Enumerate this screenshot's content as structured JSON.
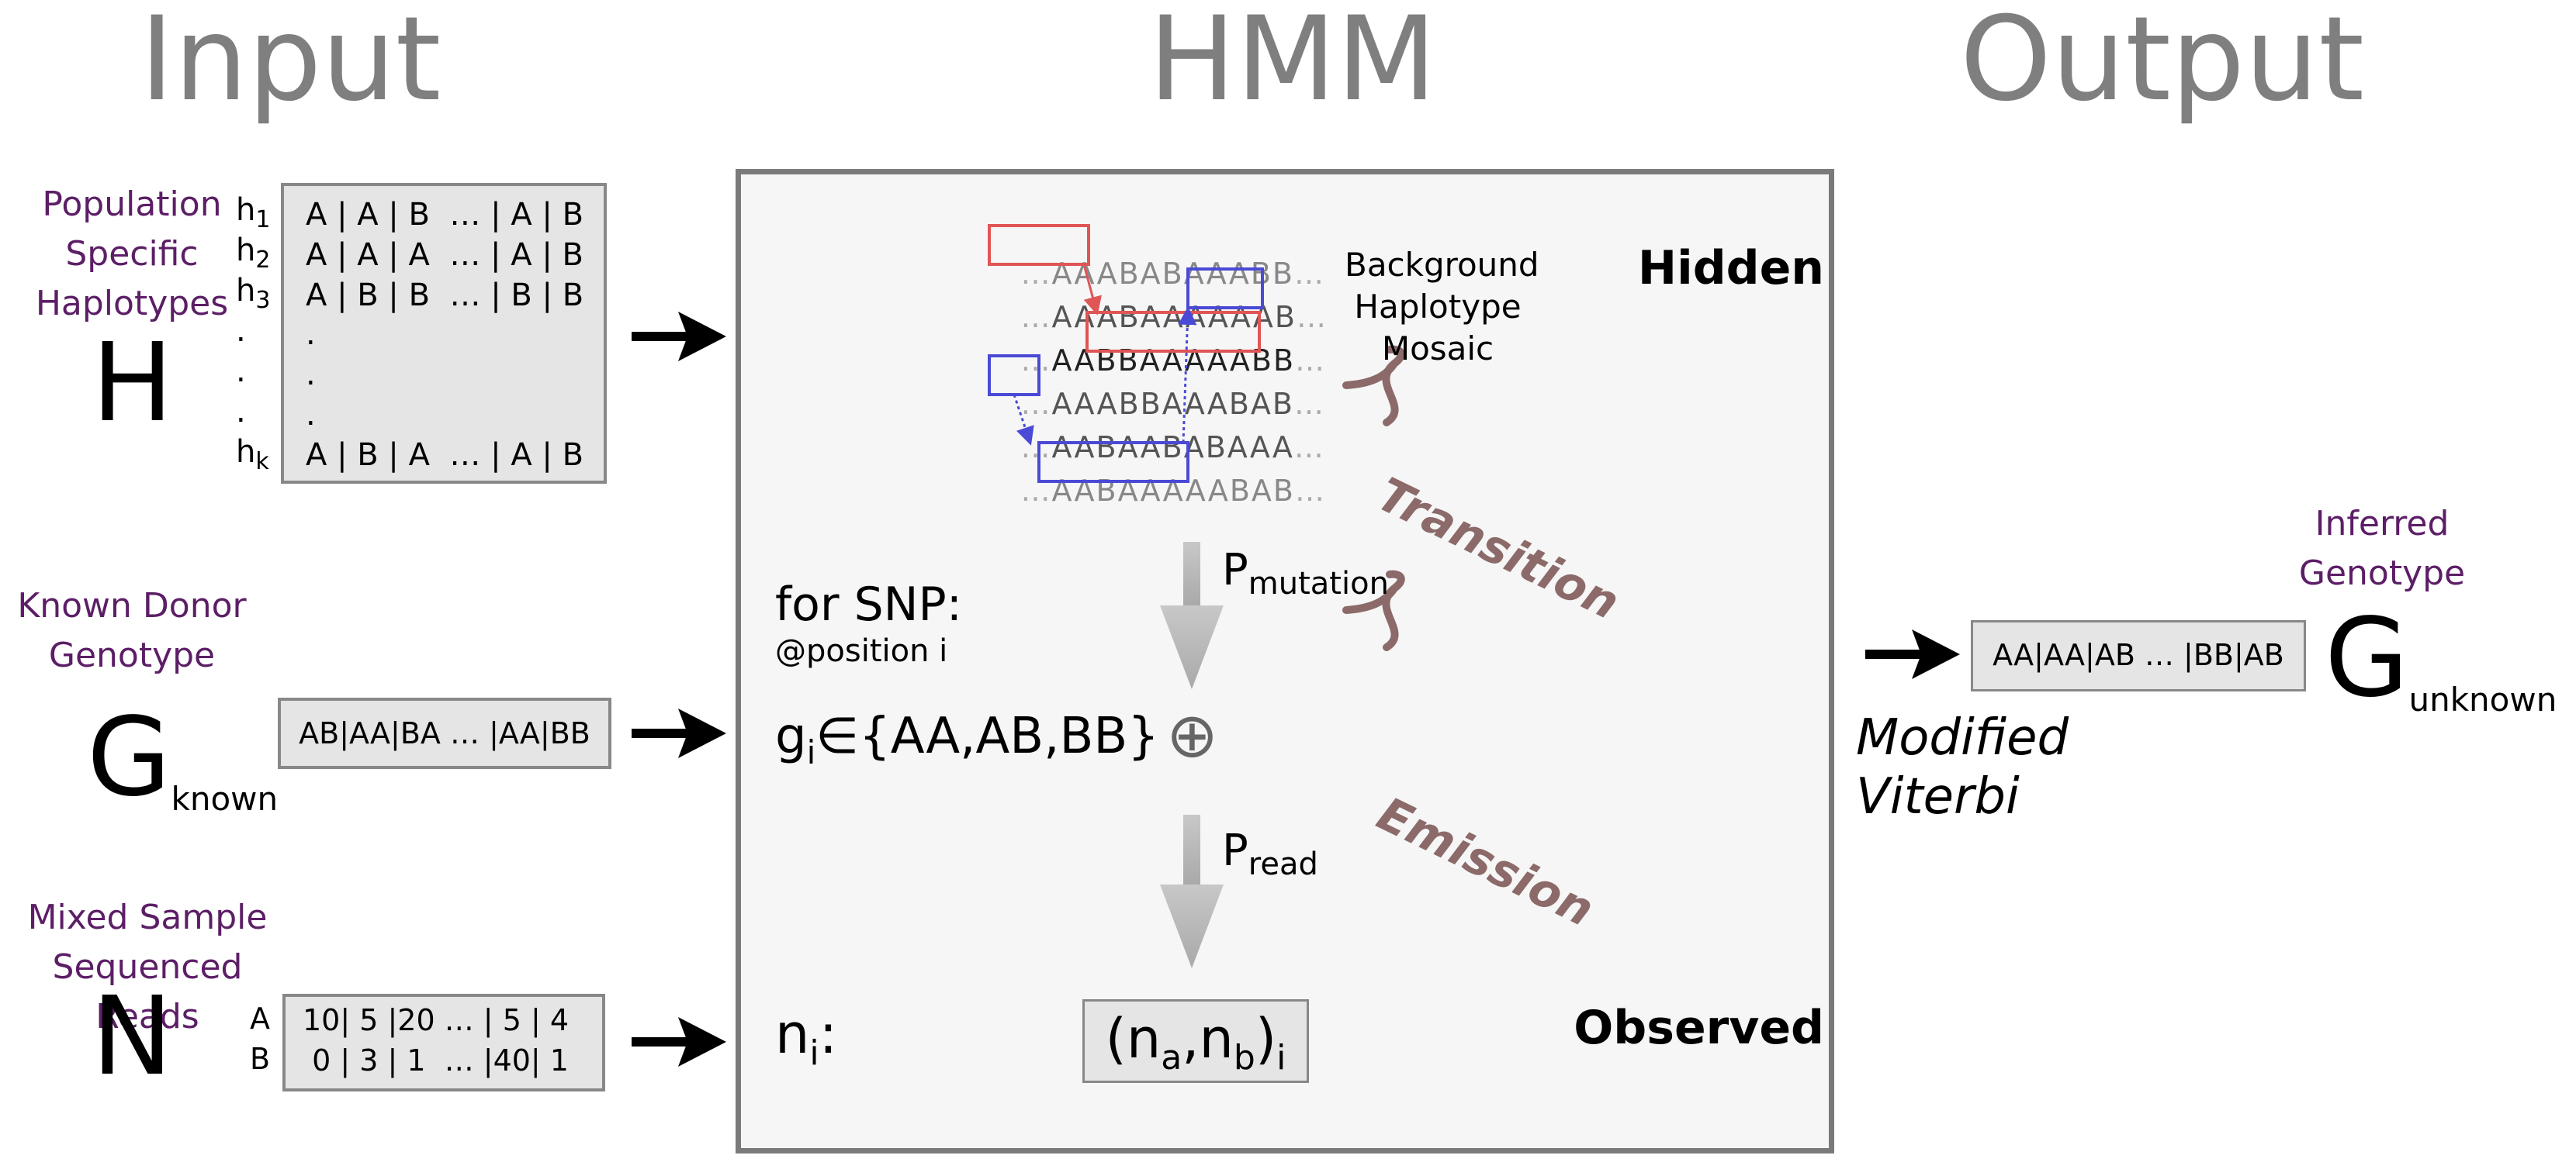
{
  "headers": {
    "input": "Input",
    "hmm": "HMM",
    "output": "Output"
  },
  "input": {
    "population": {
      "label_lines": [
        "Population",
        "Specific",
        "Haplotypes"
      ],
      "letter": "H",
      "row_labels": [
        {
          "base": "h",
          "sub": "1"
        },
        {
          "base": "h",
          "sub": "2"
        },
        {
          "base": "h",
          "sub": "3"
        },
        {
          "base": ".",
          "sub": ""
        },
        {
          "base": ".",
          "sub": ""
        },
        {
          "base": ".",
          "sub": ""
        },
        {
          "base": "h",
          "sub": "k"
        }
      ],
      "rows": [
        "A | A | B  … | A | B",
        "A | A | A  … | A | B",
        "A | B | B  … | B | B",
        ".",
        ".",
        ".",
        "A | B | A  … | A | B"
      ]
    },
    "donor": {
      "label_lines": [
        "Known Donor",
        "Genotype"
      ],
      "letter": "G",
      "subscript": "known",
      "value": "AB|AA|BA … |AA|BB"
    },
    "reads": {
      "label_lines": [
        "Mixed Sample",
        "Sequenced Reads"
      ],
      "letter": "N",
      "row_labels": [
        "A",
        "B"
      ],
      "rows": [
        "10| 5 |20 … | 5 | 4",
        " 0 | 3 | 1  … |40| 1"
      ]
    }
  },
  "hmm": {
    "hidden_label": "Hidden",
    "observed_label": "Observed",
    "mosaic_label_lines": [
      "Background",
      "Haplotype",
      "Mosaic"
    ],
    "mosaic_rows": [
      [
        [
          "…",
          "ghost"
        ],
        [
          "AAAB",
          "dim"
        ],
        [
          "ABAAABB",
          "dim"
        ],
        [
          "…",
          "ghost"
        ]
      ],
      [
        [
          "…",
          "ghost"
        ],
        [
          "AAAB",
          "mid"
        ],
        [
          "AAAA",
          "mid"
        ],
        [
          "AAB",
          "mid"
        ],
        [
          "…",
          "ghost"
        ]
      ],
      [
        [
          "…",
          "ghost"
        ],
        [
          "AABB",
          "strong"
        ],
        [
          "AAAAABB",
          "strong"
        ],
        [
          "…",
          "ghost"
        ]
      ],
      [
        [
          "…",
          "ghost"
        ],
        [
          "AA",
          "mid"
        ],
        [
          "ABBAAABAB",
          "mid"
        ],
        [
          "…",
          "ghost"
        ]
      ],
      [
        [
          "…",
          "ghost"
        ],
        [
          "AABAABABAAA",
          "mid"
        ],
        [
          "…",
          "ghost"
        ]
      ],
      [
        [
          "…",
          "ghost"
        ],
        [
          "AA",
          "dim"
        ],
        [
          "BAAAAA",
          "dim"
        ],
        [
          "BAB",
          "dim"
        ],
        [
          "…",
          "ghost"
        ]
      ]
    ],
    "transition_label": "Transition",
    "emission_label": "Emission",
    "p_mutation": {
      "base": "P",
      "sub": "mutation"
    },
    "p_read": {
      "base": "P",
      "sub": "read"
    },
    "snp_title": "for SNP:",
    "snp_position": "@position i",
    "genotype_set": {
      "base": "g",
      "sub": "i",
      "rest": "∈{AA,AB,BB}"
    },
    "oplus": "⊕",
    "observed_var": {
      "base": "n",
      "sub": "i",
      "rest": ":"
    },
    "observed_value": {
      "open": "(n",
      "a": "a",
      "mid": ",n",
      "b": "b",
      "close": ")",
      "sub": "i"
    }
  },
  "output": {
    "label_lines": [
      "Inferred",
      "Genotype"
    ],
    "value": "AA|AA|AB … |BB|AB",
    "letter": "G",
    "subscript": "unknown",
    "method_lines": [
      "Modified",
      "Viterbi"
    ]
  },
  "colors": {
    "header_gray": "#7f7f7f",
    "purple": "#5c1e66",
    "red_box": "#e05555",
    "blue_box": "#4a4ad6",
    "brace": "#8c6a6a"
  }
}
